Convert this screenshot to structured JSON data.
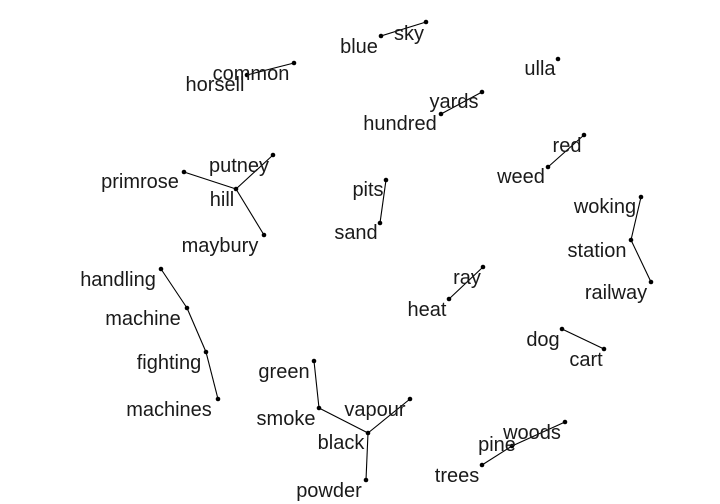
{
  "words": {
    "sky": "sky",
    "blue": "blue",
    "common": "common",
    "horsell": "horsell",
    "ulla": "ulla",
    "yards": "yards",
    "hundred": "hundred",
    "red": "red",
    "weed": "weed",
    "putney": "putney",
    "primrose": "primrose",
    "hill": "hill",
    "maybury": "maybury",
    "pits": "pits",
    "sand": "sand",
    "woking": "woking",
    "station": "station",
    "railway": "railway",
    "handling": "handling",
    "machine": "machine",
    "fighting": "fighting",
    "machines": "machines",
    "ray": "ray",
    "heat": "heat",
    "dog": "dog",
    "cart": "cart",
    "green": "green",
    "smoke": "smoke",
    "vapour": "vapour",
    "black": "black",
    "powder": "powder",
    "woods": "woods",
    "pine": "pine",
    "trees": "trees"
  },
  "edges": [
    [
      "blue",
      "sky"
    ],
    [
      "horsell",
      "common"
    ],
    [
      "hundred",
      "yards"
    ],
    [
      "weed",
      "red"
    ],
    [
      "primrose",
      "hill"
    ],
    [
      "putney",
      "hill"
    ],
    [
      "maybury",
      "hill"
    ],
    [
      "sand",
      "pits"
    ],
    [
      "woking",
      "station"
    ],
    [
      "railway",
      "station"
    ],
    [
      "handling",
      "machine"
    ],
    [
      "machine",
      "fighting"
    ],
    [
      "fighting",
      "machines"
    ],
    [
      "heat",
      "ray"
    ],
    [
      "dog",
      "cart"
    ],
    [
      "green",
      "smoke"
    ],
    [
      "smoke",
      "black"
    ],
    [
      "vapour",
      "black"
    ],
    [
      "powder",
      "black"
    ],
    [
      "trees",
      "pine"
    ],
    [
      "pine",
      "woods"
    ]
  ]
}
